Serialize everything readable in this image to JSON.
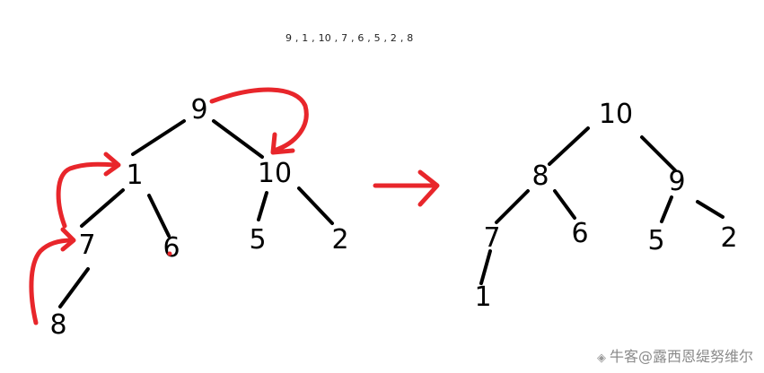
{
  "sequence": "9 , 1 , 10 , 7 , 6 , 5 , 2 , 8",
  "watermark": "牛客@露西恩缇努维尔",
  "colors": {
    "line": "#000000",
    "accent": "#e8262b",
    "watermark": "#8a8a8a"
  },
  "left_tree": {
    "nodes": [
      "9",
      "1",
      "10",
      "7",
      "6",
      "5",
      "2",
      "8"
    ]
  },
  "right_tree": {
    "nodes": [
      "10",
      "8",
      "9",
      "7",
      "6",
      "5",
      "2",
      "1"
    ]
  }
}
